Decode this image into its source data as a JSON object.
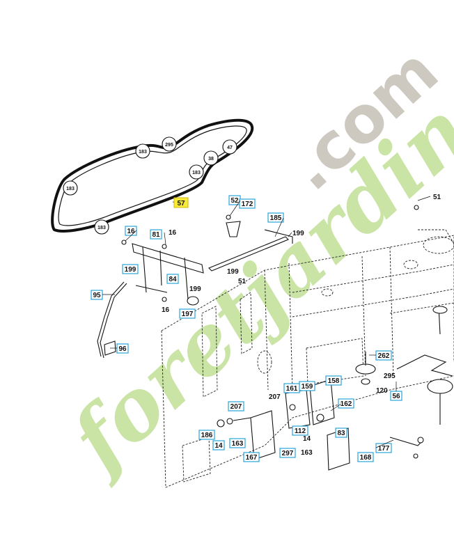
{
  "watermark": {
    "text_main": "foretjardin",
    "text_suffix": ".com",
    "colors": {
      "green": "#c7e3a0",
      "orange": "#f6c88f",
      "gray": "#cbc7bd"
    }
  },
  "belt": {
    "label": "57",
    "pulleys": [
      "183",
      "295",
      "47",
      "38",
      "183",
      "183",
      "183"
    ]
  },
  "callouts": [
    {
      "id": "c16a",
      "label": "16"
    },
    {
      "id": "c81",
      "label": "81"
    },
    {
      "id": "c16b",
      "label": "16"
    },
    {
      "id": "c52",
      "label": "52"
    },
    {
      "id": "c172",
      "label": "172"
    },
    {
      "id": "c185",
      "label": "185"
    },
    {
      "id": "c199a",
      "label": "199"
    },
    {
      "id": "c84",
      "label": "84"
    },
    {
      "id": "c197",
      "label": "197"
    },
    {
      "id": "c95",
      "label": "95"
    },
    {
      "id": "c96",
      "label": "96"
    },
    {
      "id": "c262",
      "label": "262"
    },
    {
      "id": "c56",
      "label": "56"
    },
    {
      "id": "c161",
      "label": "161"
    },
    {
      "id": "c159",
      "label": "159"
    },
    {
      "id": "c158",
      "label": "158"
    },
    {
      "id": "c207a",
      "label": "207"
    },
    {
      "id": "c162",
      "label": "162"
    },
    {
      "id": "c186",
      "label": "186"
    },
    {
      "id": "c14a",
      "label": "14"
    },
    {
      "id": "c163a",
      "label": "163"
    },
    {
      "id": "c112",
      "label": "112"
    },
    {
      "id": "c83",
      "label": "83"
    },
    {
      "id": "c167",
      "label": "167"
    },
    {
      "id": "c297",
      "label": "297"
    },
    {
      "id": "c177",
      "label": "177"
    },
    {
      "id": "c168",
      "label": "168"
    }
  ],
  "plain_labels": [
    {
      "id": "p51a",
      "label": "51"
    },
    {
      "id": "p16c",
      "label": "16"
    },
    {
      "id": "p199b",
      "label": "199"
    },
    {
      "id": "p199c",
      "label": "199"
    },
    {
      "id": "p51b",
      "label": "51"
    },
    {
      "id": "p199d",
      "label": "199"
    },
    {
      "id": "p295",
      "label": "295"
    },
    {
      "id": "p120",
      "label": "120"
    },
    {
      "id": "p207b",
      "label": "207"
    },
    {
      "id": "p14b",
      "label": "14"
    },
    {
      "id": "p163b",
      "label": "163"
    }
  ]
}
